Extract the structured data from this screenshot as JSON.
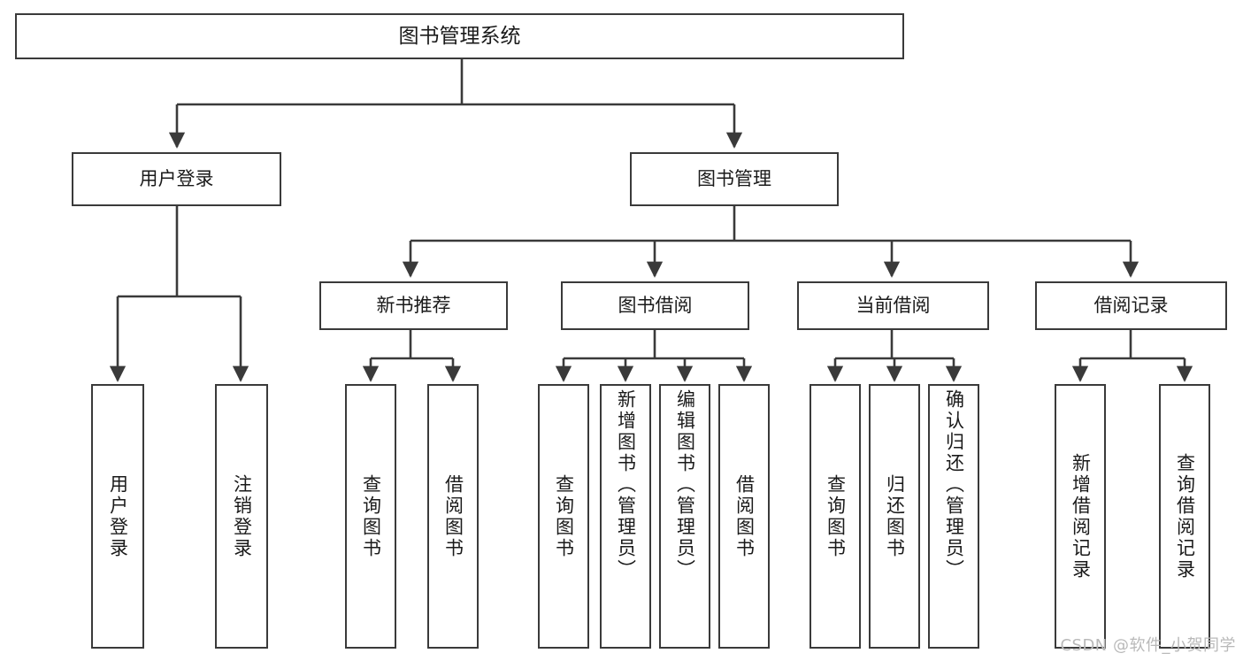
{
  "diagram": {
    "title": "图书管理系统",
    "type": "tree",
    "colors": {
      "stroke": "#3a3a3a",
      "fill": "#ffffff",
      "text": "#1a1a1a",
      "watermark": "#b9b9b9"
    },
    "watermark": "CSDN @软件_小贺同学",
    "nodes": {
      "root": "图书管理系统",
      "level1": [
        "用户登录",
        "图书管理"
      ],
      "level2": [
        "新书推荐",
        "图书借阅",
        "当前借阅",
        "借阅记录"
      ],
      "leaves_user_login": [
        "用户登录",
        "注销登录"
      ],
      "leaves_new_book": [
        "查询图书",
        "借阅图书"
      ],
      "leaves_borrow": [
        "查询图书",
        "新增图书（管理员）",
        "编辑图书（管理员）",
        "借阅图书"
      ],
      "leaves_current": [
        "查询图书",
        "归还图书",
        "确认归还（管理员）"
      ],
      "leaves_record": [
        "新增借阅记录",
        "查询借阅记录"
      ]
    },
    "edges": [
      {
        "from": "图书管理系统",
        "to": "用户登录"
      },
      {
        "from": "图书管理系统",
        "to": "图书管理"
      },
      {
        "from": "图书管理",
        "to": "新书推荐"
      },
      {
        "from": "图书管理",
        "to": "图书借阅"
      },
      {
        "from": "图书管理",
        "to": "当前借阅"
      },
      {
        "from": "图书管理",
        "to": "借阅记录"
      },
      {
        "from": "用户登录",
        "to": "用户登录"
      },
      {
        "from": "用户登录",
        "to": "注销登录"
      },
      {
        "from": "新书推荐",
        "to": "查询图书"
      },
      {
        "from": "新书推荐",
        "to": "借阅图书"
      },
      {
        "from": "图书借阅",
        "to": "查询图书"
      },
      {
        "from": "图书借阅",
        "to": "新增图书（管理员）"
      },
      {
        "from": "图书借阅",
        "to": "编辑图书（管理员）"
      },
      {
        "from": "图书借阅",
        "to": "借阅图书"
      },
      {
        "from": "当前借阅",
        "to": "查询图书"
      },
      {
        "from": "当前借阅",
        "to": "归还图书"
      },
      {
        "from": "当前借阅",
        "to": "确认归还（管理员）"
      },
      {
        "from": "借阅记录",
        "to": "新增借阅记录"
      },
      {
        "from": "借阅记录",
        "to": "查询借阅记录"
      }
    ]
  }
}
